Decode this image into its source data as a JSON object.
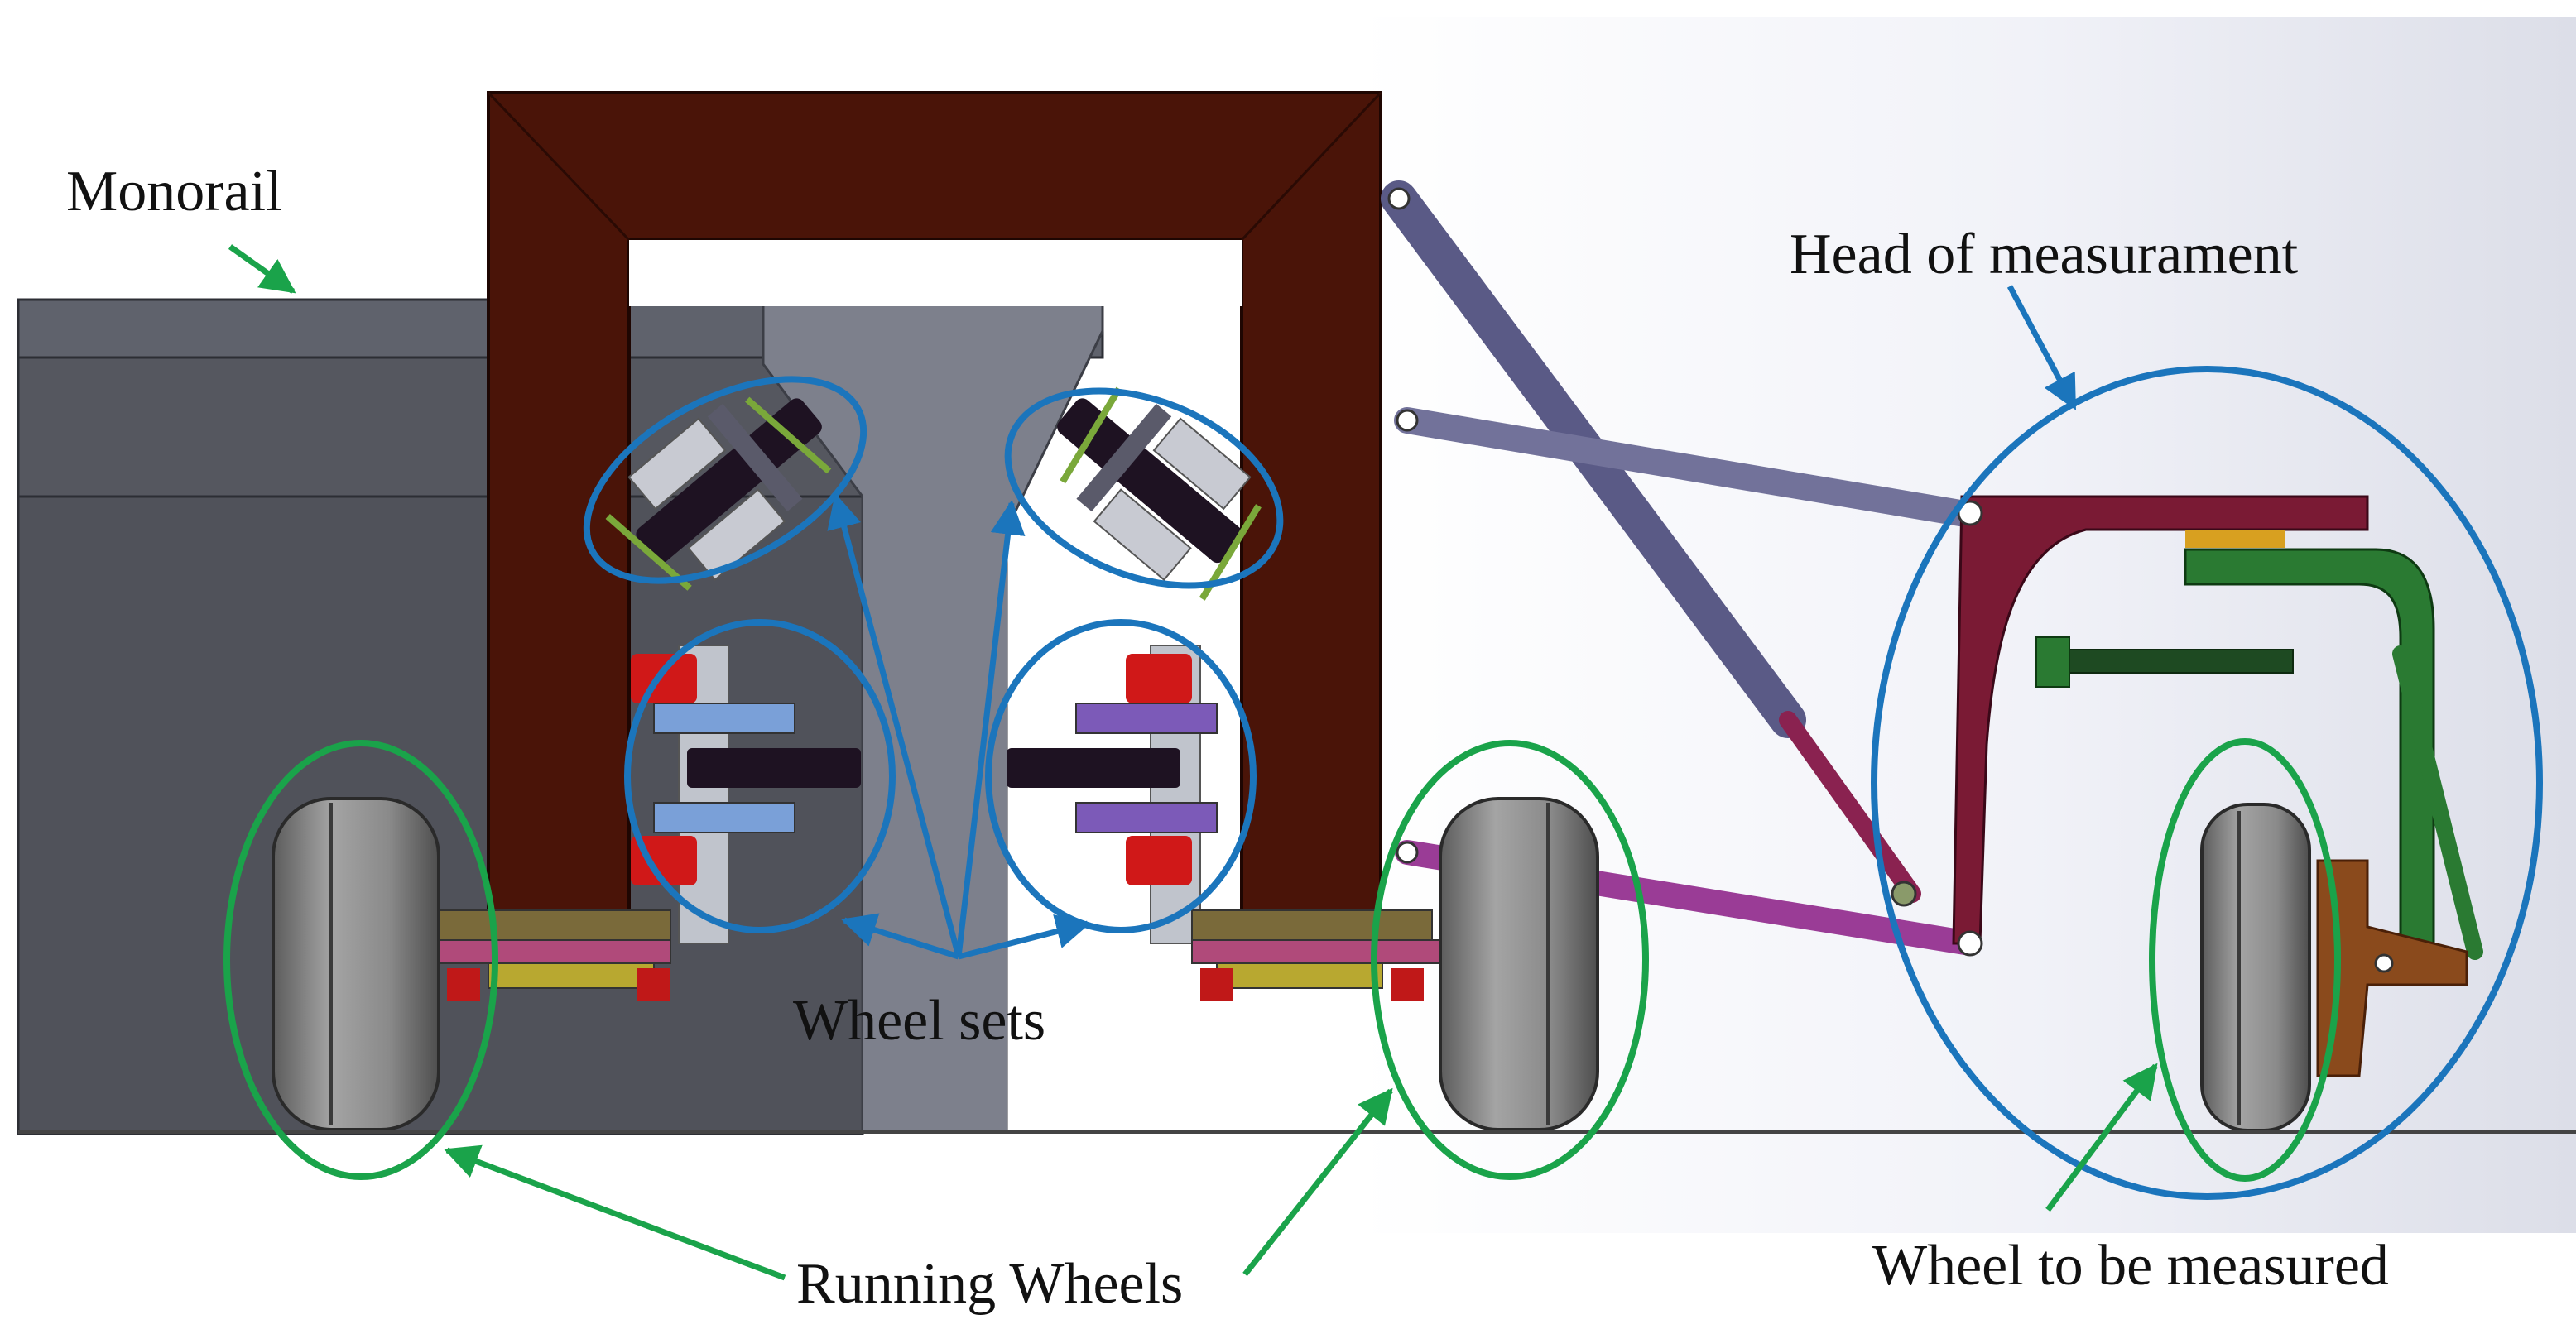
{
  "labels": {
    "monorail": "Monorail",
    "head": "Head of measurament",
    "wheel_sets": "Wheel sets",
    "running_wheels": "Running Wheels",
    "wheel_measured": "Wheel to be measured"
  },
  "colors": {
    "annotation_blue": "#1b75bc",
    "annotation_green": "#1aa34a",
    "frame_brown": "#4a1408",
    "rail_gray": "#585a62",
    "rail_light_gray": "#7d808c",
    "arm_purple": "#64648c",
    "arm_magenta": "#9a3c96",
    "head_maroon": "#7a1a34",
    "arm_green": "#2a7a32",
    "bracket_brown": "#8a4a1c",
    "wheel_gray": "#8c8c8c",
    "ground_line": "#444444"
  }
}
